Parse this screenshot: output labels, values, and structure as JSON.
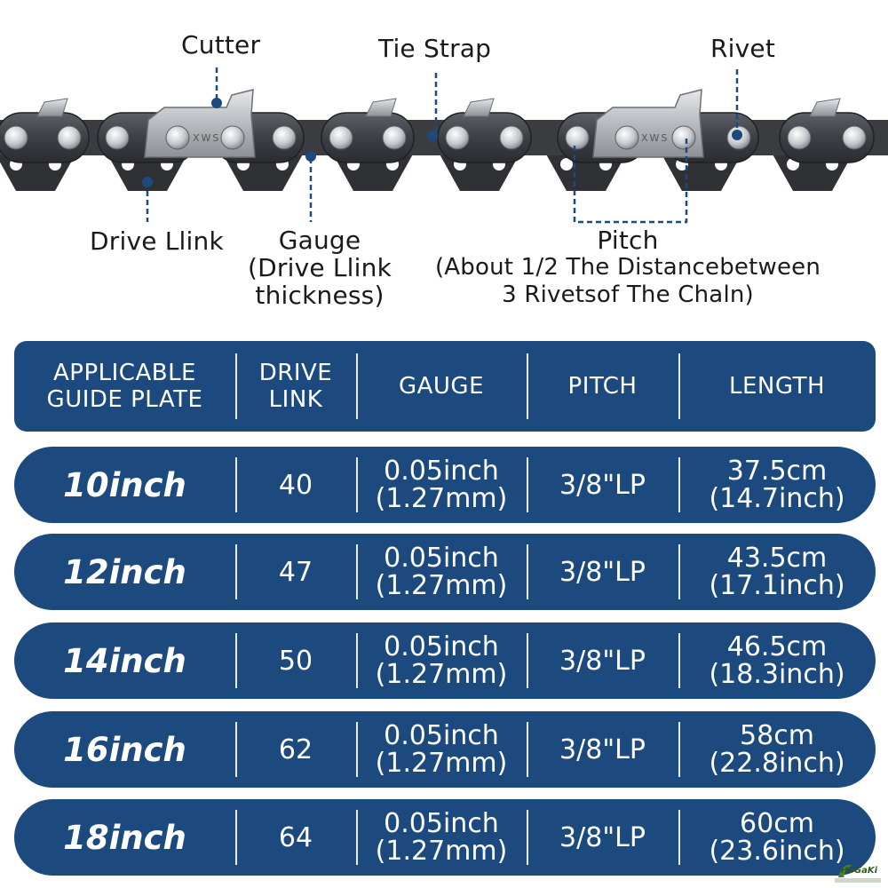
{
  "diagram": {
    "labels": {
      "cutter": "Cutter",
      "tie_strap": "Tie Strap",
      "rivet": "Rivet",
      "drive_link": "Drive Llink",
      "gauge_line1": "Gauge",
      "gauge_line2": "(Drive Llink",
      "gauge_line3": "thickness)",
      "pitch_line1": "Pitch",
      "pitch_line2": "(About 1/2 The Distancebetween",
      "pitch_line3": "3 Rivetsof The Chaln)"
    },
    "engraving": "XWS",
    "colors": {
      "pointer": "#1c4a7e",
      "chain_dark": "#3a3c40",
      "chain_light": "#c9ccd0"
    }
  },
  "table": {
    "headers": {
      "guide_plate_1": "APPLICABLE",
      "guide_plate_2": "GUIDE PLATE",
      "drive_link_1": "DRIVE",
      "drive_link_2": "LINK",
      "gauge": "GAUGE",
      "pitch": "PITCH",
      "length": "LENGTH"
    },
    "rows": [
      {
        "size": "10inch",
        "drive_link": "40",
        "gauge_1": "0.05inch",
        "gauge_2": "(1.27mm)",
        "pitch": "3/8\"LP",
        "length_1": "37.5cm",
        "length_2": "(14.7inch)"
      },
      {
        "size": "12inch",
        "drive_link": "47",
        "gauge_1": "0.05inch",
        "gauge_2": "(1.27mm)",
        "pitch": "3/8\"LP",
        "length_1": "43.5cm",
        "length_2": "(17.1inch)"
      },
      {
        "size": "14inch",
        "drive_link": "50",
        "gauge_1": "0.05inch",
        "gauge_2": "(1.27mm)",
        "pitch": "3/8\"LP",
        "length_1": "46.5cm",
        "length_2": "(18.3inch)"
      },
      {
        "size": "16inch",
        "drive_link": "62",
        "gauge_1": "0.05inch",
        "gauge_2": "(1.27mm)",
        "pitch": "3/8\"LP",
        "length_1": "58cm",
        "length_2": "(22.8inch)"
      },
      {
        "size": "18inch",
        "drive_link": "64",
        "gauge_1": "0.05inch",
        "gauge_2": "(1.27mm)",
        "pitch": "3/8\"LP",
        "length_1": "60cm",
        "length_2": "(23.6inch)"
      }
    ],
    "row_color": "#1c4a7e"
  },
  "brand": {
    "logo_text": "HoGaKi"
  }
}
